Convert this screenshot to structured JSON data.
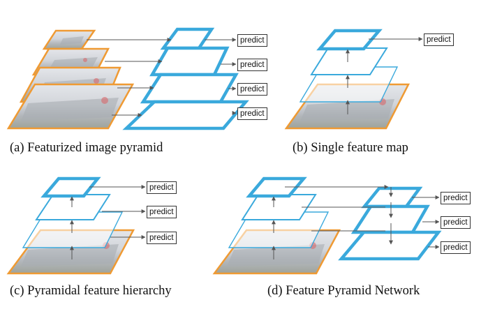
{
  "captions": {
    "a": "(a) Featurized image pyramid",
    "b": "(b) Single feature map",
    "c": "(c) Pyramidal feature hierarchy",
    "d": "(d) Feature Pyramid Network"
  },
  "predict_label": "predict",
  "colors": {
    "feature_map": "#3aa9dc",
    "image_border": "#ef9a33",
    "arrow": "#555555",
    "photo_base": "#c8cace"
  }
}
